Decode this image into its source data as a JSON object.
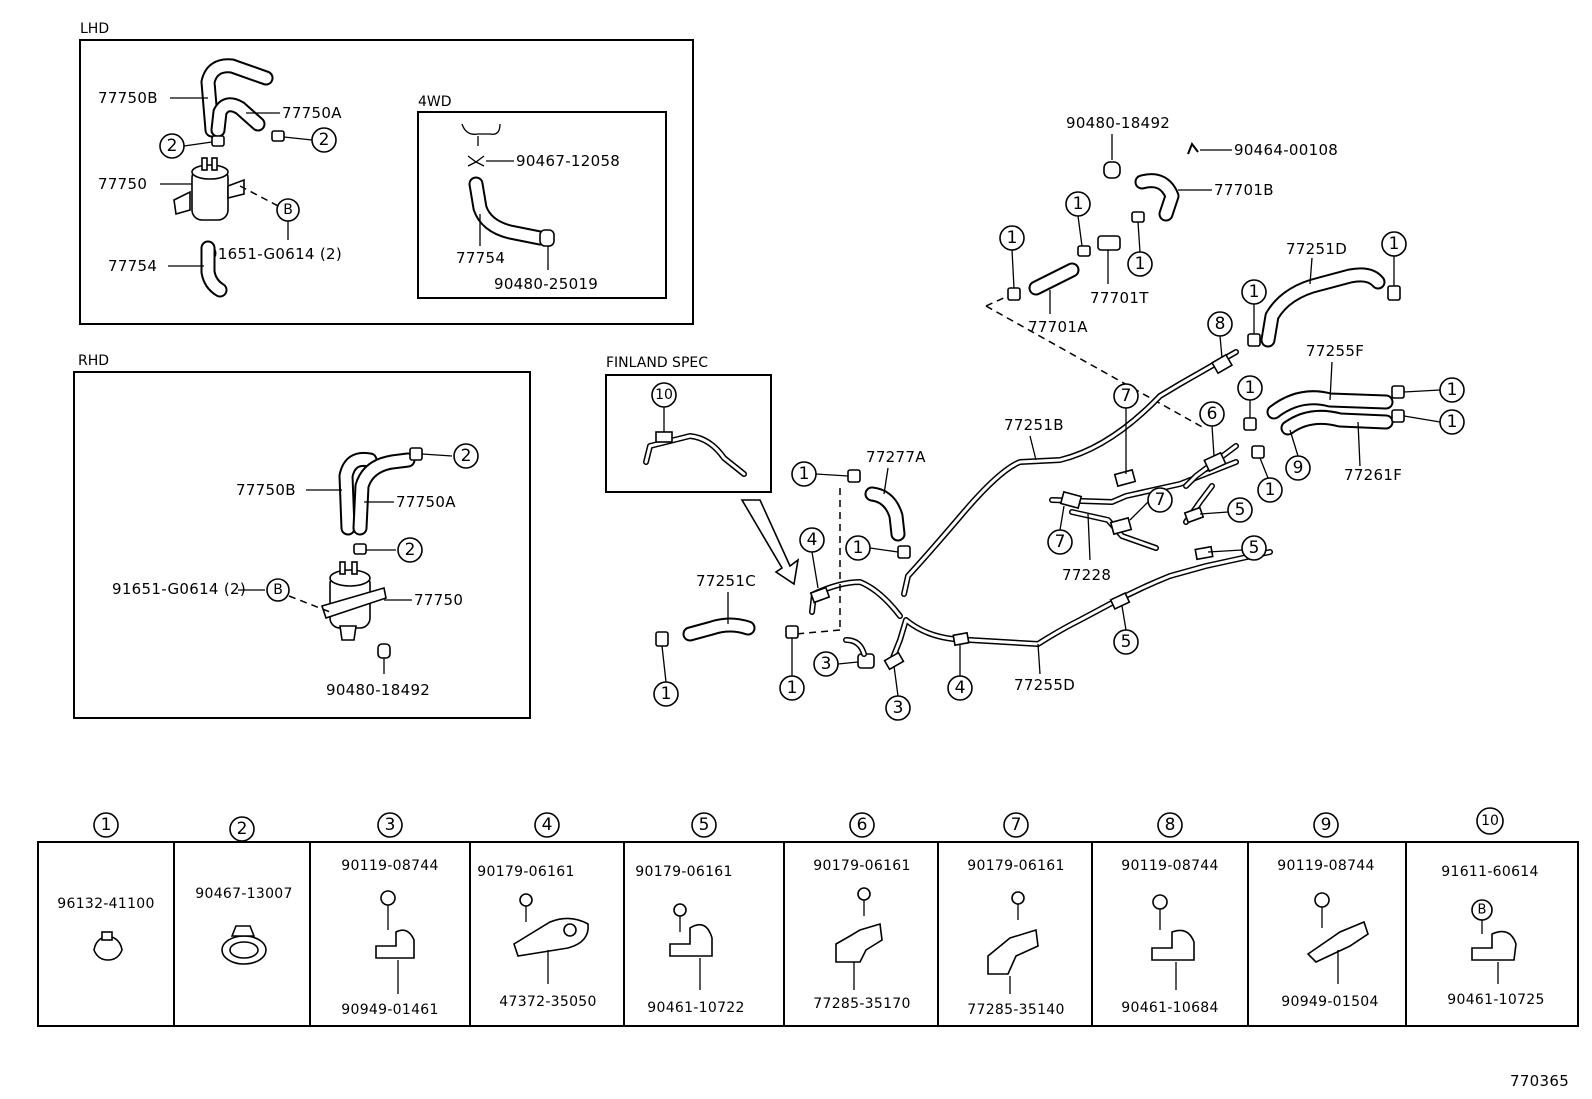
{
  "sections": {
    "lhd": "LHD",
    "fwd": "4WD",
    "rhd": "RHD",
    "finland": "FINLAND SPEC"
  },
  "lhd": {
    "p77750B": "77750B",
    "p77750A": "77750A",
    "p77750": "77750",
    "p77754": "77754",
    "p91651": "91651-G0614 (2)",
    "fwd_p90467": "90467-12058",
    "fwd_p77754": "77754",
    "fwd_p90480": "90480-25019"
  },
  "rhd": {
    "p77750B": "77750B",
    "p77750A": "77750A",
    "p91651": "91651-G0614 (2)",
    "p77750": "77750",
    "p90480": "90480-18492"
  },
  "main": {
    "p90480_18492": "90480-18492",
    "p90464": "90464-00108",
    "p77701B": "77701B",
    "p77701T": "77701T",
    "p77701A": "77701A",
    "p77251D": "77251D",
    "p77255F": "77255F",
    "p77261F": "77261F",
    "p77251B": "77251B",
    "p77277A": "77277A",
    "p77228": "77228",
    "p77251C": "77251C",
    "p77255D": "77255D"
  },
  "callout_symbols": {
    "1": "1",
    "2": "2",
    "3": "3",
    "4": "4",
    "5": "5",
    "6": "6",
    "7": "7",
    "8": "8",
    "9": "9",
    "10": "10",
    "B": "B"
  },
  "table": [
    {
      "idx": "1",
      "top": "",
      "mid": "96132-41100",
      "bottom": ""
    },
    {
      "idx": "2",
      "top": "",
      "mid": "90467-13007",
      "bottom": ""
    },
    {
      "idx": "3",
      "top": "90119-08744",
      "mid": "",
      "bottom": "90949-01461"
    },
    {
      "idx": "4",
      "top": "90179-06161",
      "mid": "",
      "bottom": "47372-35050"
    },
    {
      "idx": "5",
      "top": "90179-06161",
      "mid": "",
      "bottom": "90461-10722"
    },
    {
      "idx": "6",
      "top": "90179-06161",
      "mid": "",
      "bottom": "77285-35170"
    },
    {
      "idx": "7",
      "top": "90179-06161",
      "mid": "",
      "bottom": "77285-35140"
    },
    {
      "idx": "8",
      "top": "90119-08744",
      "mid": "",
      "bottom": "90461-10684"
    },
    {
      "idx": "9",
      "top": "90119-08744",
      "mid": "",
      "bottom": "90949-01504"
    },
    {
      "idx": "10",
      "top": "91611-60614",
      "mid": "",
      "bottom": "90461-10725"
    }
  ],
  "figure_id": "770365"
}
